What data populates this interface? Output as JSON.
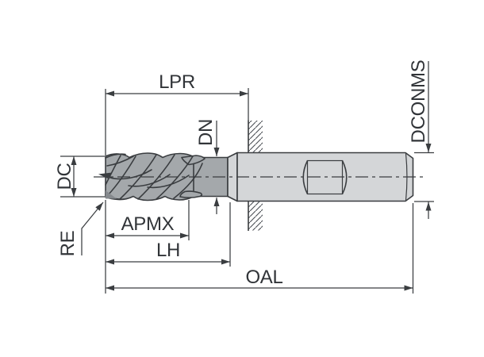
{
  "diagram": {
    "type": "technical-drawing",
    "subject": "End mill cutting tool dimension diagram",
    "labels": {
      "lpr": "LPR",
      "dn": "DN",
      "dc": "DC",
      "re": "RE",
      "apmx": "APMX",
      "lh": "LH",
      "oal": "OAL",
      "dconms": "DCONMS"
    },
    "colors": {
      "background": "#ffffff",
      "line": "#3a3d40",
      "text": "#313438",
      "flute_fill": "#a4a8ab",
      "shank_fill": "#d4d6d8"
    }
  }
}
